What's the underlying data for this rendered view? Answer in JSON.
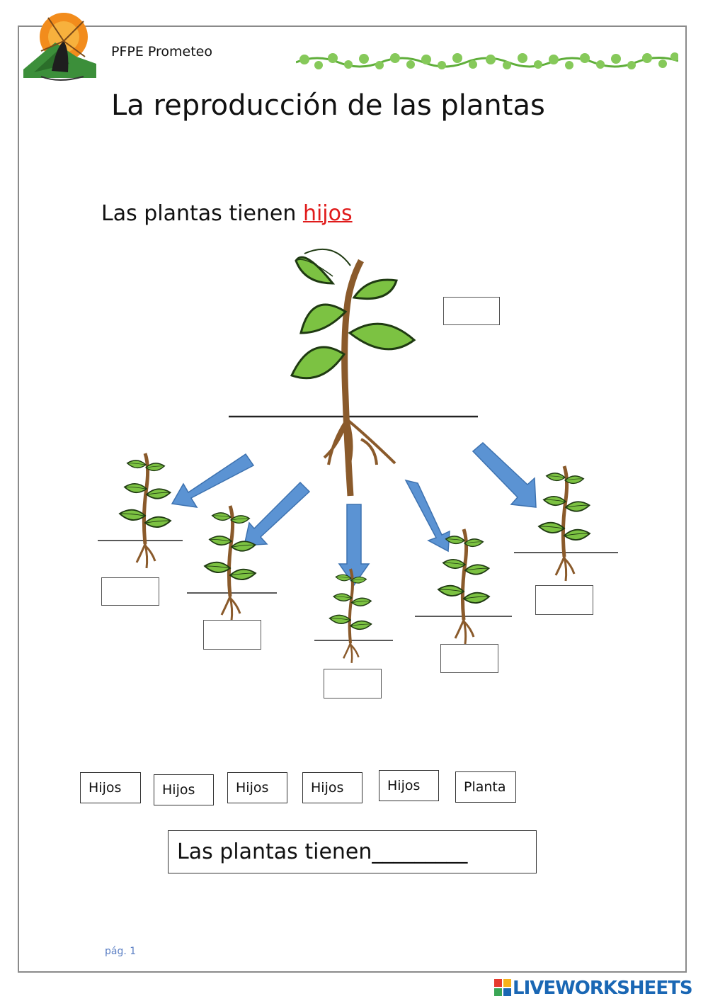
{
  "header": {
    "school_name": "PFPE Prometeo"
  },
  "worksheet": {
    "title": "La reproducción de las plantas",
    "subtitle_prefix": "Las plantas tienen ",
    "subtitle_highlight": "hijos"
  },
  "word_bank": [
    {
      "label": "Hijos"
    },
    {
      "label": "Hijos"
    },
    {
      "label": "Hijos"
    },
    {
      "label": "Hijos"
    },
    {
      "label": "Hijos"
    },
    {
      "label": "Planta"
    }
  ],
  "sentence": "Las plantas tienen_________",
  "footer": {
    "page_label": "pág. 1",
    "brand": "LIVEWORKSHEETS"
  },
  "colors": {
    "highlight": "#e01b1b",
    "arrow": "#5b93d3",
    "leaf": "#7cc242",
    "brand": "#1a67b4"
  }
}
